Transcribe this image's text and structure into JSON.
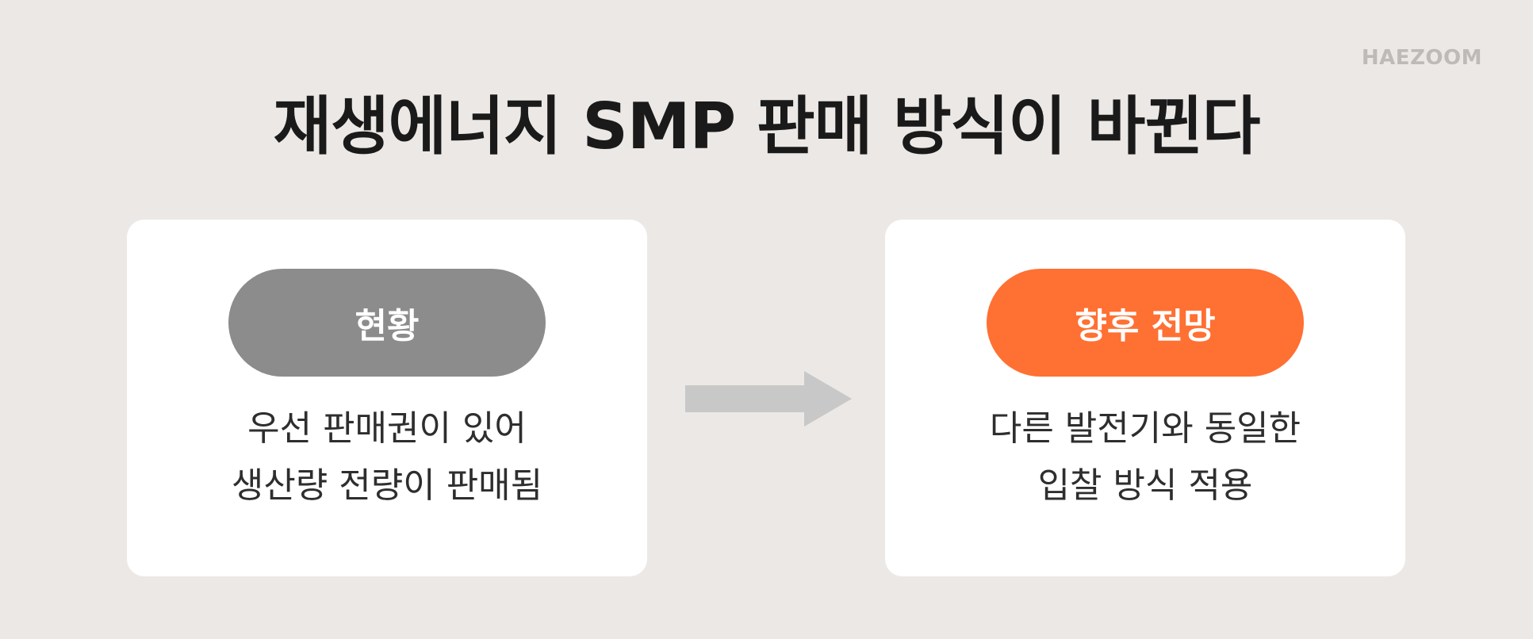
{
  "brand": "HAEZOOM",
  "title": "재생에너지 SMP 판매 방식이 바뀐다",
  "colors": {
    "background": "#ece8e5",
    "card": "#ffffff",
    "current_pill": "#8c8c8c",
    "future_pill": "#ff7033",
    "arrow": "#c8c8c8"
  },
  "current": {
    "label": "현황",
    "lines": [
      "우선 판매권이 있어",
      "생산량 전량이 판매됨"
    ]
  },
  "future": {
    "label": "향후 전망",
    "lines": [
      "다른 발전기와 동일한",
      "입찰 방식 적용"
    ]
  },
  "arrow_icon": "arrow-right-icon"
}
